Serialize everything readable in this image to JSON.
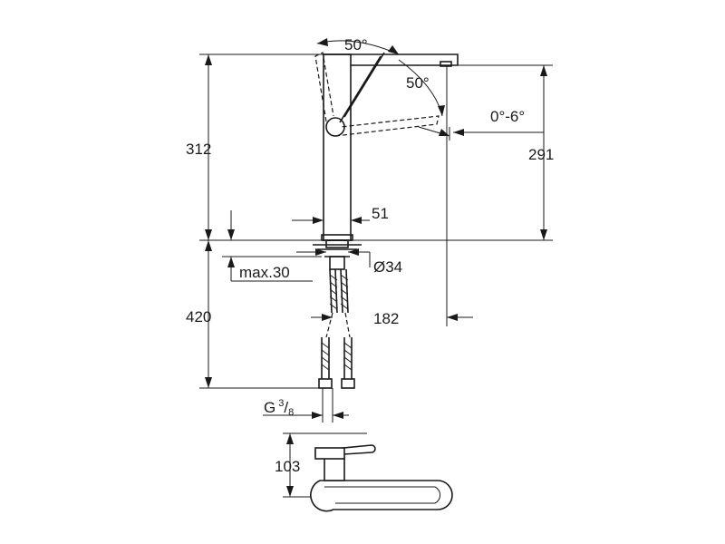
{
  "dimensions": {
    "swing_angle_top": "50°",
    "lever_angle": "50°",
    "spout_tilt": "0°-6°",
    "total_height_above_deck": "312",
    "spout_height": "291",
    "body_width": "51",
    "hole_diameter": "Ø34",
    "max_deck_thickness": "max.30",
    "spout_reach": "182",
    "hose_length": "420",
    "connection_thread_base": "G",
    "connection_thread_num": "3",
    "connection_thread_den": "8",
    "handle_height": "103"
  },
  "colors": {
    "line": "#1a1a1a",
    "background": "#ffffff"
  }
}
